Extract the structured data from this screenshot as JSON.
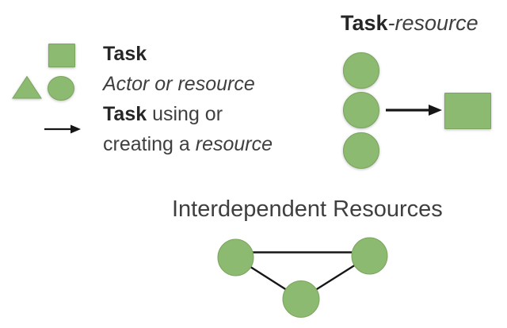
{
  "colors": {
    "shape_green": "#8cba70",
    "shape_green_edge": "#7ba55e",
    "connector_black": "#161616",
    "text_regular": "#3f3f3f",
    "text_bold": "#262626",
    "background": "#ffffff"
  },
  "icons": {
    "task-square-icon": "green-square",
    "actor-triangle-icon": "green-triangle",
    "resource-circle-icon": "green-circle",
    "uses-arrow-icon": "black-right-arrow"
  },
  "legend": {
    "row1": {
      "bold": "Task"
    },
    "row2": {
      "italic": "Actor or resource"
    },
    "row3": {
      "bold": "Task",
      "regular": " using or"
    },
    "row4": {
      "regular": "creating a ",
      "italic": "resource"
    }
  },
  "task_resource": {
    "title_bold": "Task",
    "title_italic": "-resource"
  },
  "network": {
    "title": "Interdependent Resources"
  }
}
